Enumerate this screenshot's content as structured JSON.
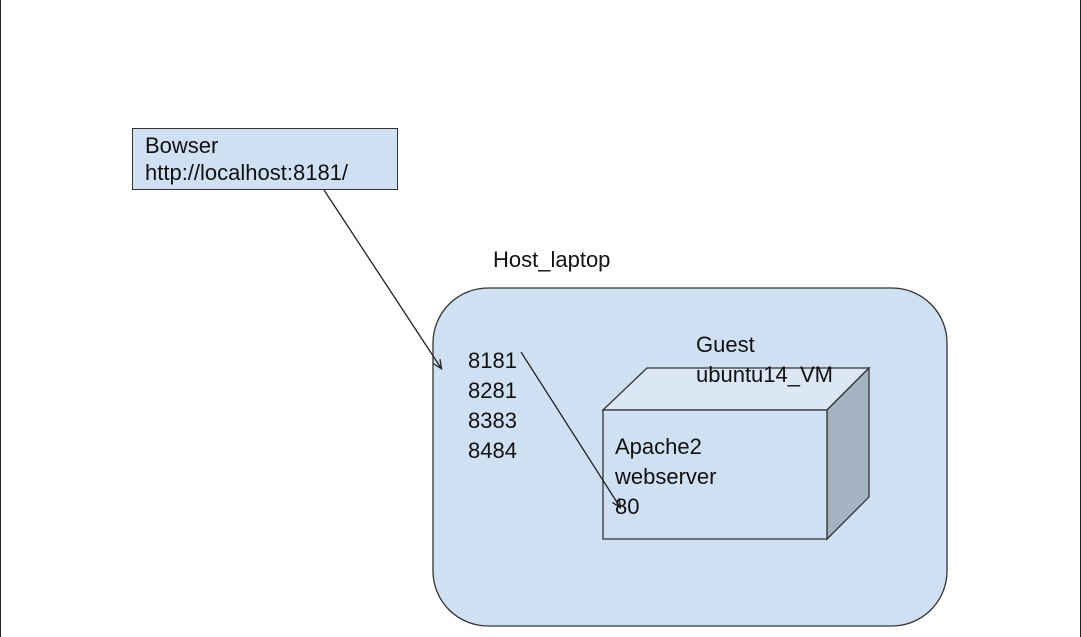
{
  "browser": {
    "title": "Bowser",
    "url": "http://localhost:8181/"
  },
  "host": {
    "label": "Host_laptop",
    "ports": [
      "8181",
      "8281",
      "8383",
      "8484"
    ]
  },
  "guest": {
    "label_line1": "Guest",
    "label_line2": "ubuntu14_VM",
    "service_line1": "Apache2",
    "service_line2": "webserver",
    "service_port": "80"
  },
  "colors": {
    "host_fill": "#cfe0f3",
    "browser_fill": "#cfe0f3",
    "cube_front": "#cfe0f3",
    "cube_top": "#dbe7f5",
    "cube_side": "#a3b3c2",
    "stroke": "#333333"
  }
}
